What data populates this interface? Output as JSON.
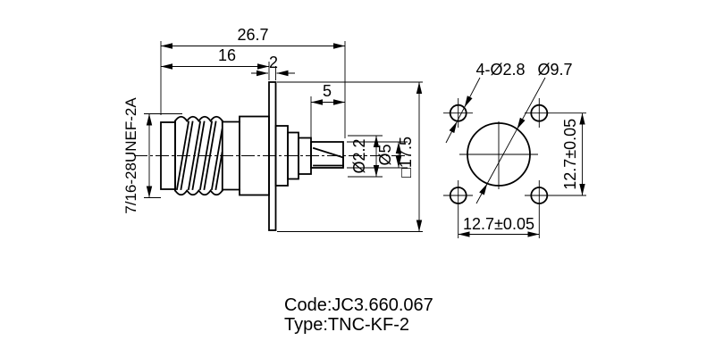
{
  "drawing": {
    "colors": {
      "line": "#000000",
      "background": "#ffffff"
    },
    "side_view": {
      "thread_label": "7/16-28UNEF-2A",
      "dims": {
        "overall_length": "26.7",
        "body_length": "16",
        "flange_thickness": "2",
        "tail_length": "5",
        "pin_diameter": "Ø2.2",
        "dielectric_diameter": "Ø5",
        "flange_square": "□17.5"
      }
    },
    "front_view": {
      "dims": {
        "mount_holes": "4-Ø2.8",
        "center_hole": "Ø9.7",
        "hole_spacing_horizontal": "12.7±0.05",
        "hole_spacing_vertical": "12.7±0.05"
      }
    },
    "footer": {
      "code": "Code:JC3.660.067",
      "type": "Type:TNC-KF-2"
    }
  }
}
